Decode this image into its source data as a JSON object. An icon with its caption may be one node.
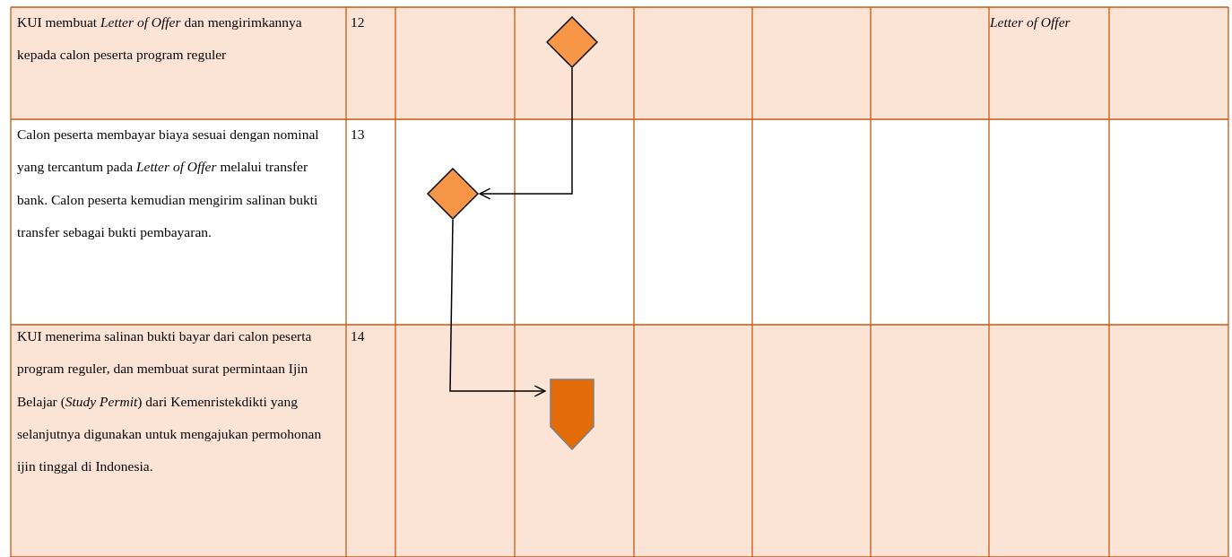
{
  "diagram": {
    "nodes": [
      {
        "text": [],
        "shape": "diamond"
      },
      {
        "text": [],
        "shape": "diamond"
      },
      {
        "text": [],
        "shape": "pentagon"
      }
    ],
    "edges": [
      {
        "from": 0,
        "to": 1,
        "arrow": "to"
      },
      {
        "from": 1,
        "to": 2,
        "arrow": "to"
      }
    ],
    "labels": [
      "KUI membuat *Letter of Offer* dan mengirimkannya kepada calon peserta program reguler",
      "12",
      "Letter of Offer",
      "Calon peserta membayar biaya sesuai dengan nominal yang tercantum pada *Letter of Offer* melalui transfer bank. Calon peserta kemudian mengirim salinan bukti transfer sebagai bukti pembayaran.",
      "13",
      "KUI menerima salinan bukti bayar dari calon peserta program reguler, dan membuat surat permintaan Ijin Belajar (*Study Permit*) dari Kemenristekdikti yang selanjutnya digunakan untuk mengajukan permohonan ijin tinggal di Indonesia.",
      "14"
    ]
  }
}
